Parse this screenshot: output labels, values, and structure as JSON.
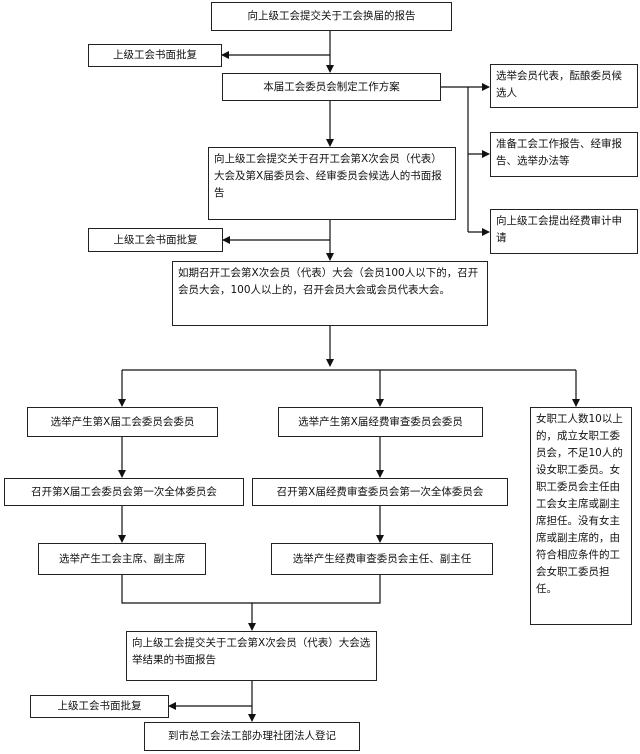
{
  "nodes": {
    "n1": "向上级工会提交关于工会换届的报告",
    "n2": "上级工会书面批复",
    "n3": "本届工会委员会制定工作方案",
    "n4": "选举会员代表，酝酿委员候选人",
    "n5": "准备工会工作报告、经审报告、选举办法等",
    "n6": "向上级工会提出经费审计申请",
    "n7": "向上级工会提交关于召开工会第X次会员（代表）大会及第X届委员会、经审委员会候选人的书面报告",
    "n8": "上级工会书面批复",
    "n9": "如期召开工会第X次会员（代表）大会（会员100人以下的，召开会员大会，100人以上的，召开会员大会或会员代表大会。",
    "n10": "选举产生第X届工会委员会委员",
    "n11": "选举产生第X届经费审查委员会委员",
    "n12": "女职工人数10以上的，成立女职工委员会，不足10人的设女职工委员。女职工委员会主任由工会女主席或副主席担任。没有女主席或副主席的，由符合相应条件的工会女职工委员担任。",
    "n13": "召开第X届工会委员会第一次全体委员会",
    "n14": "召开第X届经费审查委员会第一次全体委员会",
    "n15": "选举产生工会主席、副主席",
    "n16": "选举产生经费审查委员会主任、副主任",
    "n17": "向上级工会提交关于工会第X次会员（代表）大会选举结果的书面报告",
    "n18": "上级工会书面批复",
    "n19": "到市总工会法工部办理社团法人登记"
  }
}
